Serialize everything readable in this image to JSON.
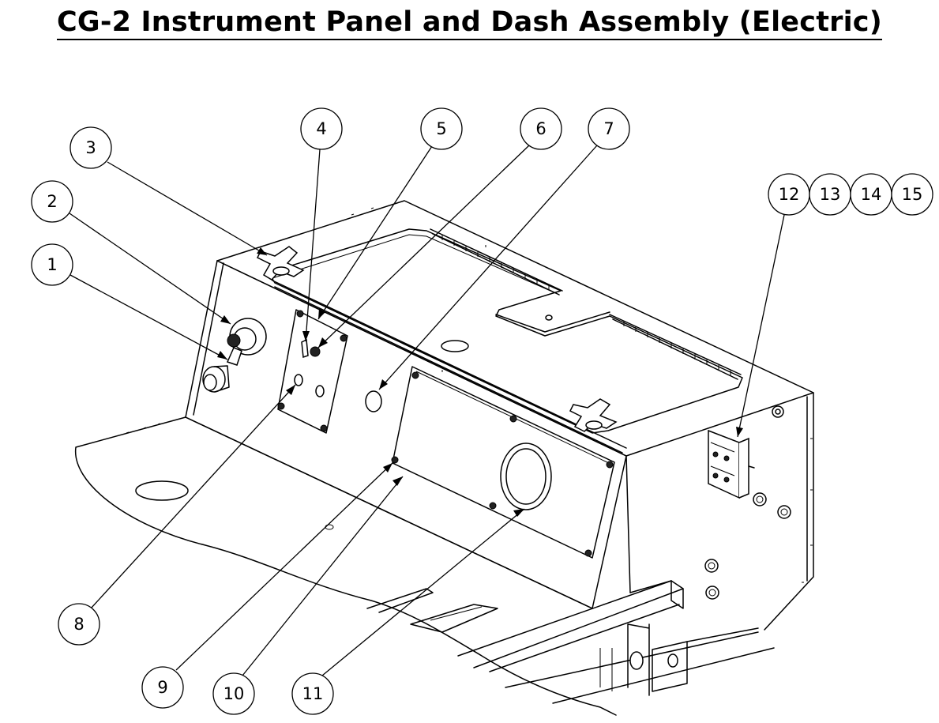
{
  "title": "CG-2 Instrument Panel and Dash Assembly (Electric)",
  "balloons": [
    {
      "id": "b1",
      "label": "1"
    },
    {
      "id": "b2",
      "label": "2"
    },
    {
      "id": "b3",
      "label": "3"
    },
    {
      "id": "b4",
      "label": "4"
    },
    {
      "id": "b5",
      "label": "5"
    },
    {
      "id": "b6",
      "label": "6"
    },
    {
      "id": "b7",
      "label": "7"
    },
    {
      "id": "b8",
      "label": "8"
    },
    {
      "id": "b9",
      "label": "9"
    },
    {
      "id": "b10",
      "label": "10"
    },
    {
      "id": "b11",
      "label": "11"
    },
    {
      "id": "b12",
      "label": "12"
    },
    {
      "id": "b13",
      "label": "13"
    },
    {
      "id": "b14",
      "label": "14"
    },
    {
      "id": "b15",
      "label": "15"
    }
  ]
}
